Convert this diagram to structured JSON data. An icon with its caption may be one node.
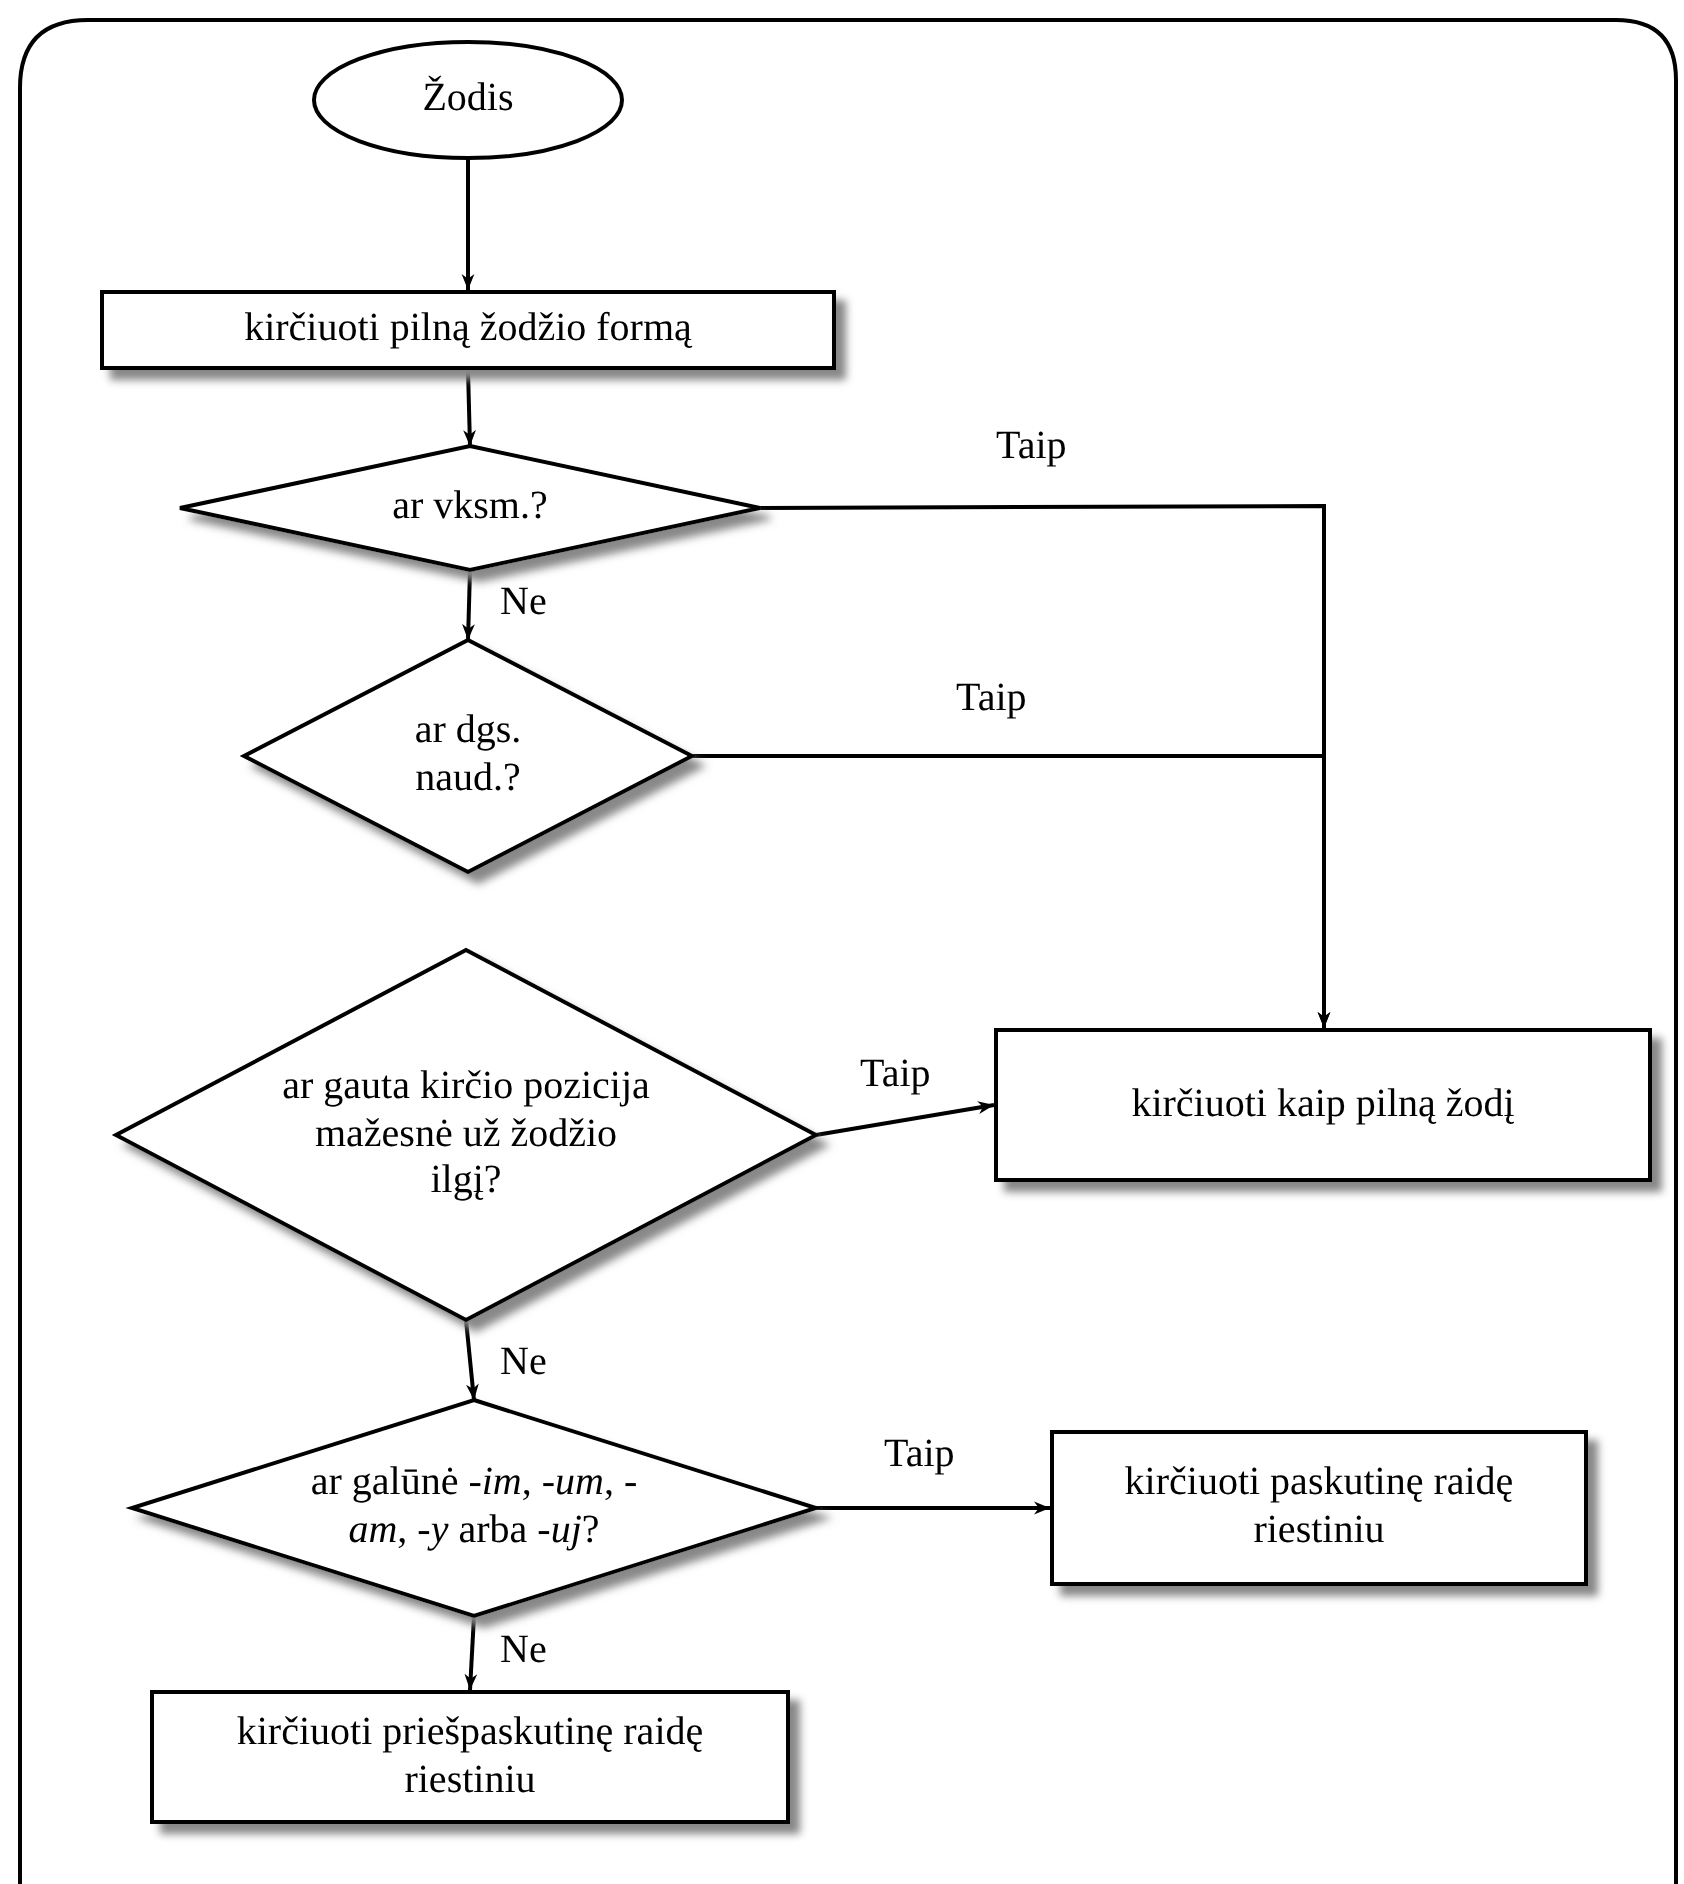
{
  "diagram": {
    "nodes": [
      {
        "text": [
          "Žodis"
        ]
      },
      {
        "text": [
          "kirčiuoti pilną žodžio formą"
        ]
      },
      {
        "text": [
          "ar vksm.?"
        ]
      },
      {
        "text": [
          "ar dgs. naud.?"
        ]
      },
      {
        "text": [
          "ar gauta kirčio pozicija mažesnė už žodžio ilgį?"
        ]
      },
      {
        "text": [
          "kirčiuoti kaip pilną žodį"
        ]
      },
      {
        "text": [
          "ar galūnė -*im*, -*um*, -*am*, -*y* arba -*uj*?"
        ]
      },
      {
        "text": [
          "kirčiuoti paskutinę raidę riestiniu"
        ]
      },
      {
        "text": [
          "kirčiuoti priešpaskutinę raidę riestiniu"
        ]
      }
    ],
    "edges": [
      {
        "from": 0,
        "to": 1,
        "arrow": "to"
      },
      {
        "from": 1,
        "to": 2,
        "arrow": "to"
      },
      {
        "from": 2,
        "to": 3,
        "arrow": "to",
        "label": "Ne"
      },
      {
        "from": 2,
        "to": 5,
        "arrow": "to",
        "label": "Taip"
      },
      {
        "from": 3,
        "to": 5,
        "arrow": "to",
        "label": "Taip"
      },
      {
        "from": 4,
        "to": 5,
        "arrow": "to",
        "label": "Taip"
      },
      {
        "from": 4,
        "to": 6,
        "arrow": "to",
        "label": "Ne"
      },
      {
        "from": 6,
        "to": 7,
        "arrow": "to",
        "label": "Taip"
      },
      {
        "from": 6,
        "to": 8,
        "arrow": "to",
        "label": "Ne"
      }
    ]
  }
}
